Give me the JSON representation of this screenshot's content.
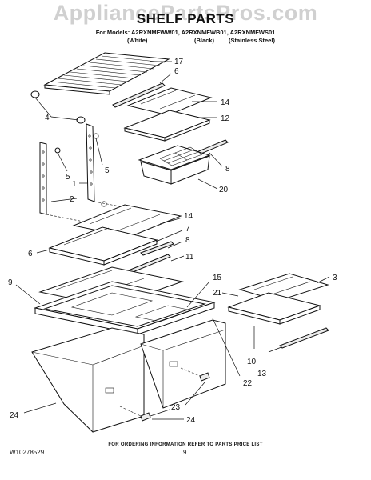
{
  "watermark": "AppliancePartsPros.com",
  "title": "SHELF PARTS",
  "models_line": "For Models: A2RXNMFWW01, A2RXNMFWB01, A2RXNMFWS01",
  "colors": [
    "(White)",
    "(Black)",
    "(Stainless Steel)"
  ],
  "callouts": {
    "c17": "17",
    "c6a": "6",
    "c4": "4",
    "c14a": "14",
    "c12": "12",
    "c5a": "5",
    "c5b": "5",
    "c1": "1",
    "c2": "2",
    "c8a": "8",
    "c20": "20",
    "c14b": "14",
    "c7": "7",
    "c6b": "6",
    "c8b": "8",
    "c11": "11",
    "c9": "9",
    "c15": "15",
    "c21": "21",
    "c3": "3",
    "c10": "10",
    "c13": "13",
    "c22": "22",
    "c23": "23",
    "c24a": "24",
    "c24b": "24"
  },
  "footer_note": "FOR ORDERING INFORMATION REFER TO PARTS PRICE LIST",
  "doc_number": "W10278529",
  "page_number": "9"
}
